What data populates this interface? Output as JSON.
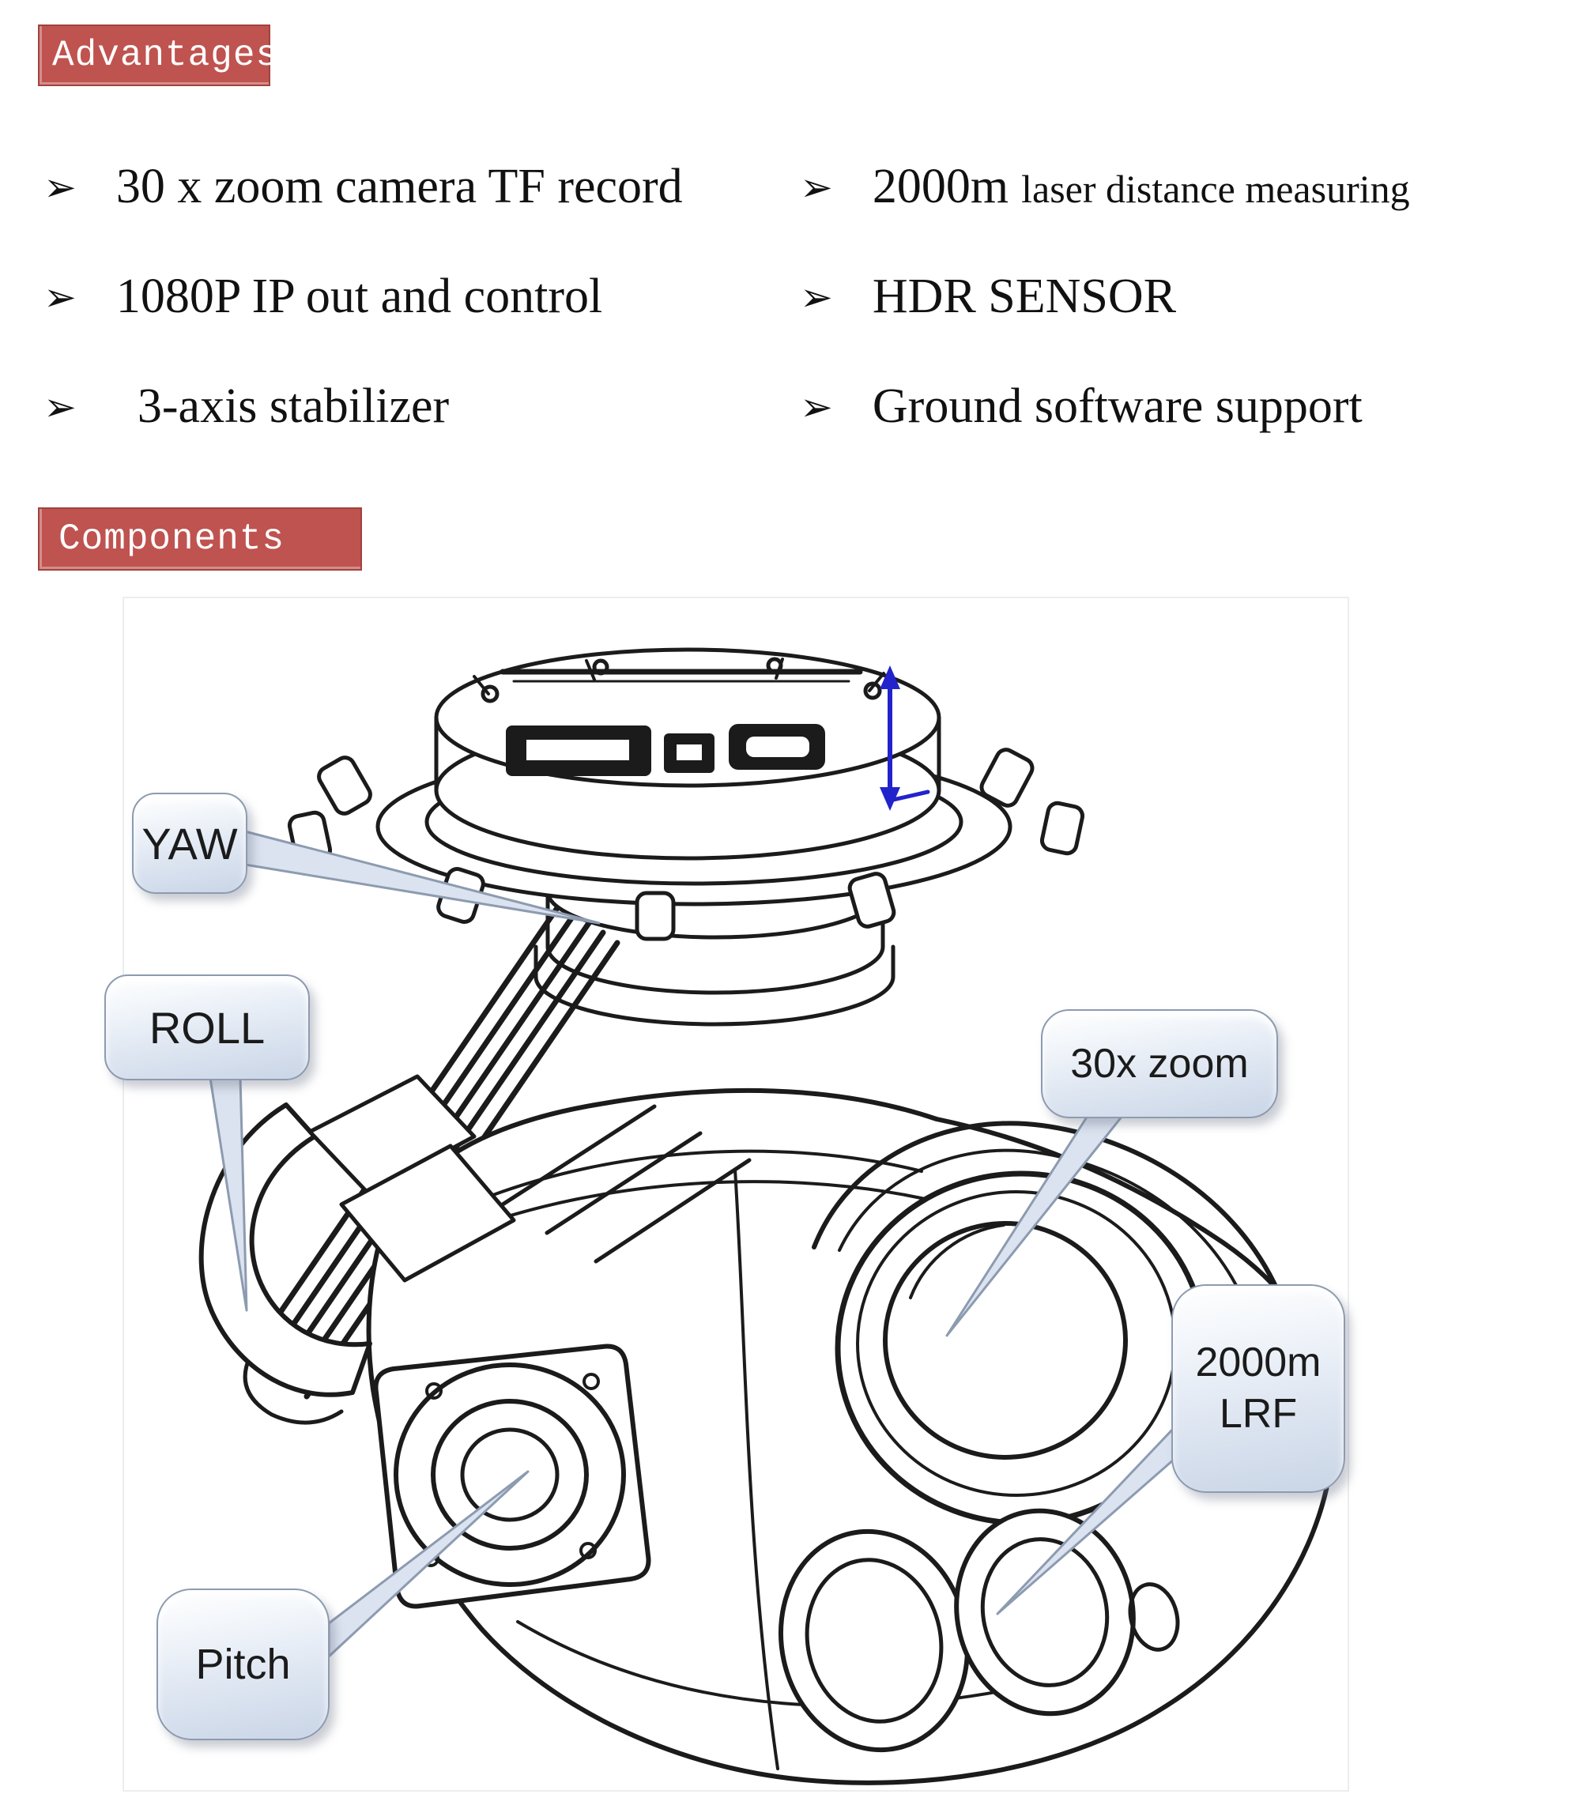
{
  "colors": {
    "header_bg": "#bf5350",
    "header_text": "#ffffff",
    "body_text": "#111111",
    "callout_fill": "#dde6f2",
    "callout_border": "#8d9bb0",
    "leader_fill": "#dbe3f0",
    "dimension_arrow_blue": "#2323cc",
    "line_art": "#1b1b1b"
  },
  "advantages": {
    "title": "Advantages",
    "bullet": "➢",
    "items_left": [
      {
        "text": "30 x zoom camera TF record"
      },
      {
        "text": "1080P IP out and control"
      },
      {
        "text": "3-axis stabilizer"
      }
    ],
    "items_right": [
      {
        "text": "2000m",
        "note": "laser distance measuring"
      },
      {
        "text": "HDR SENSOR"
      },
      {
        "text": "Ground software support"
      }
    ]
  },
  "components": {
    "title": "Components",
    "callouts": {
      "yaw": "YAW",
      "roll": "ROLL",
      "zoom": "30x zoom",
      "lrf_line1": "2000m",
      "lrf_line2": "LRF",
      "pitch": "Pitch"
    }
  }
}
